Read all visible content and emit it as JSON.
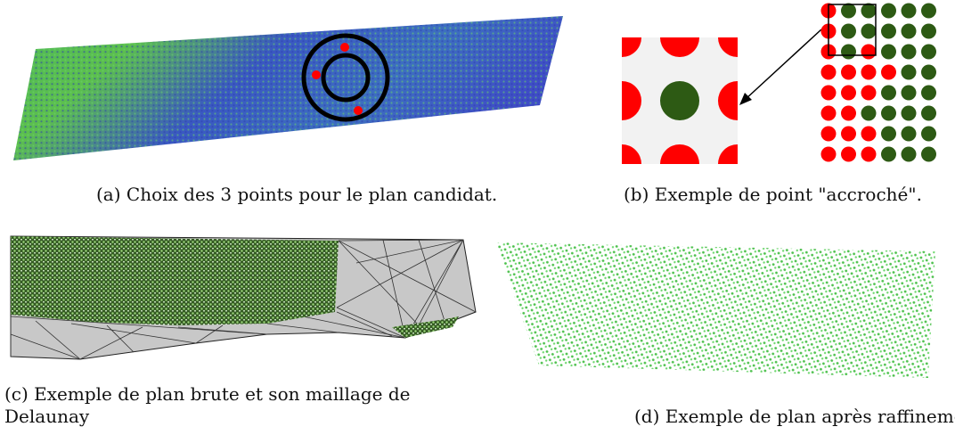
{
  "figure": {
    "panels": [
      {
        "id": "a",
        "caption": "(a) Choix des 3 points pour le plan candidat."
      },
      {
        "id": "b",
        "caption": "(b) Exemple de point \"accroché\"."
      },
      {
        "id": "c",
        "caption_line1": "(c) Exemple de plan brute et son maillage de",
        "caption_line2": "Delaunay"
      },
      {
        "id": "d",
        "caption": "(d) Exemple de plan après raffinement"
      }
    ]
  },
  "colors": {
    "red": "#ff0000",
    "dark_green": "#2d5a14",
    "light_green": "#5cc85c",
    "mesh_grey": "#c8c8c8",
    "point_blue": "#3b4ec8",
    "point_green": "#4cb84c"
  },
  "dot_grid": {
    "rows": [
      [
        "red",
        "dark_green",
        "dark_green",
        "dark_green",
        "dark_green",
        "dark_green"
      ],
      [
        "red",
        "dark_green",
        "dark_green",
        "dark_green",
        "dark_green",
        "dark_green"
      ],
      [
        "red",
        "dark_green",
        "red",
        "dark_green",
        "dark_green",
        "dark_green"
      ],
      [
        "red",
        "red",
        "red",
        "red",
        "dark_green",
        "dark_green"
      ],
      [
        "red",
        "red",
        "red",
        "dark_green",
        "dark_green",
        "dark_green"
      ],
      [
        "red",
        "red",
        "dark_green",
        "dark_green",
        "dark_green",
        "dark_green"
      ],
      [
        "red",
        "red",
        "red",
        "dark_green",
        "dark_green",
        "dark_green"
      ],
      [
        "red",
        "red",
        "red",
        "dark_green",
        "dark_green",
        "dark_green"
      ]
    ]
  }
}
